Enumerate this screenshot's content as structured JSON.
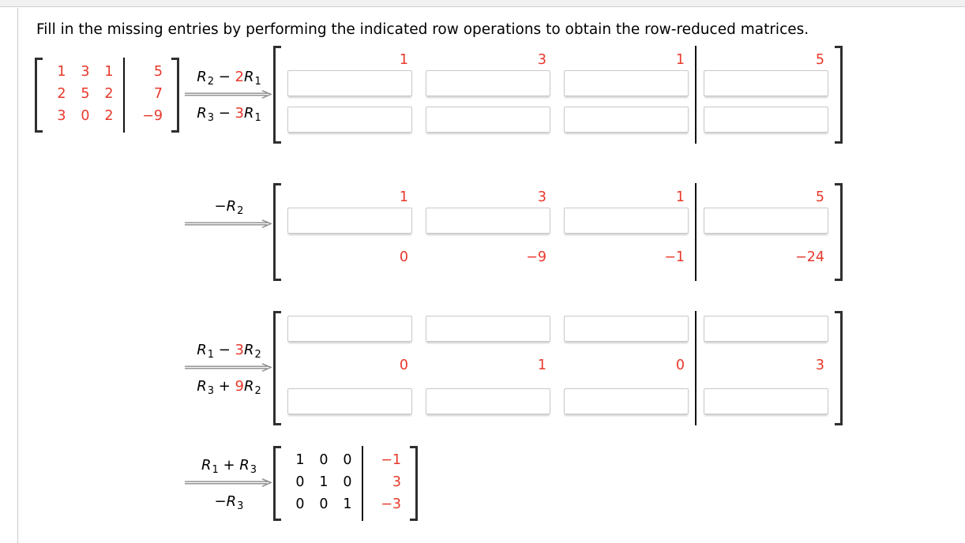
{
  "page": {
    "instruction": "Fill in the missing entries by performing the indicated row operations to obtain the row-reduced matrices."
  },
  "colors": {
    "given_red": "#e8382b",
    "black": "#000000",
    "arrow_gray": "#8a8a8a",
    "bracket": "#2f2f2f",
    "box_border": "#c8c8c8"
  },
  "icons": {
    "arrow": "long-right-arrow-icon"
  },
  "sections": [
    {
      "name": "step-1",
      "given_matrix": {
        "rows": [
          [
            "1",
            "3",
            "1",
            "5"
          ],
          [
            "2",
            "5",
            "2",
            "7"
          ],
          [
            "3",
            "0",
            "2",
            "−9"
          ]
        ],
        "augmented_column_index": 3,
        "main_color": "#e8382b",
        "aug_color": "#e8382b"
      },
      "op": {
        "top": [
          {
            "v": "R",
            "it": true
          },
          {
            "v": "2",
            "sb": true
          },
          {
            "v": " − "
          },
          {
            "v": "2",
            "rd": true
          },
          {
            "v": "R",
            "it": true
          },
          {
            "v": "1",
            "sb": true
          }
        ],
        "bottom": [
          {
            "v": "R",
            "it": true
          },
          {
            "v": "3",
            "sb": true
          },
          {
            "v": " − "
          },
          {
            "v": "3",
            "rd": true
          },
          {
            "v": "R",
            "it": true
          },
          {
            "v": "1",
            "sb": true
          }
        ]
      },
      "result": {
        "rows": [
          {
            "values": [
              "1",
              "3",
              "1",
              "5"
            ],
            "pos": "top"
          },
          {
            "boxes": true
          },
          {
            "boxes": true
          }
        ]
      }
    },
    {
      "name": "step-2",
      "op": {
        "top": [
          {
            "v": "−"
          },
          {
            "v": "R",
            "it": true
          },
          {
            "v": "2",
            "sb": true
          }
        ],
        "bottom": null
      },
      "result": {
        "rows": [
          {
            "values": [
              "1",
              "3",
              "1",
              "5"
            ],
            "pos": "top"
          },
          {
            "boxes": true
          },
          {
            "values": [
              "0",
              "−9",
              "−1",
              "−24"
            ],
            "pos": "middle"
          }
        ]
      }
    },
    {
      "name": "step-3",
      "op": {
        "top": [
          {
            "v": "R",
            "it": true
          },
          {
            "v": "1",
            "sb": true
          },
          {
            "v": " − "
          },
          {
            "v": "3",
            "rd": true
          },
          {
            "v": "R",
            "it": true
          },
          {
            "v": "2",
            "sb": true
          }
        ],
        "bottom": [
          {
            "v": "R",
            "it": true
          },
          {
            "v": "3",
            "sb": true
          },
          {
            "v": " + "
          },
          {
            "v": "9",
            "rd": true
          },
          {
            "v": "R",
            "it": true
          },
          {
            "v": "2",
            "sb": true
          }
        ]
      },
      "result": {
        "rows": [
          {
            "boxes": true
          },
          {
            "values": [
              "0",
              "1",
              "0",
              "3"
            ],
            "pos": "middle"
          },
          {
            "boxes": true
          }
        ]
      }
    },
    {
      "name": "step-4",
      "op": {
        "top": [
          {
            "v": "R",
            "it": true
          },
          {
            "v": "1",
            "sb": true
          },
          {
            "v": " + "
          },
          {
            "v": "R",
            "it": true
          },
          {
            "v": "3",
            "sb": true
          }
        ],
        "bottom": [
          {
            "v": "−"
          },
          {
            "v": "R",
            "it": true
          },
          {
            "v": "3",
            "sb": true
          }
        ]
      },
      "final_matrix": {
        "rows": [
          [
            "1",
            "0",
            "0",
            "−1"
          ],
          [
            "0",
            "1",
            "0",
            "3"
          ],
          [
            "0",
            "0",
            "1",
            "−3"
          ]
        ],
        "augmented_column_index": 3,
        "main_color": "#000000",
        "aug_color": "#e8382b"
      }
    }
  ]
}
